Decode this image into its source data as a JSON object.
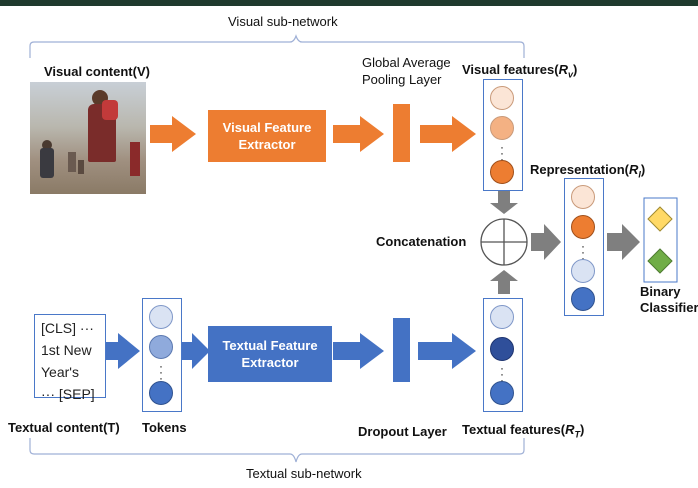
{
  "labels": {
    "visual_subnetwork": "Visual sub-network",
    "visual_content": "Visual content(V)",
    "global_pool_line1": "Global Average",
    "global_pool_line2": "Pooling Layer",
    "visual_features": "Visual features(",
    "visual_features_sym": "R",
    "visual_features_sub": "v",
    "representation": "Representation(",
    "representation_sym": "R",
    "representation_sub": "I",
    "concatenation": "Concatenation",
    "binary_line1": "Binary",
    "binary_line2": "Classifier",
    "textual_content": "Textual content(T)",
    "tokens": "Tokens",
    "dropout": "Dropout Layer",
    "textual_features": "Textual features(",
    "textual_features_sym": "R",
    "textual_features_sub": "T",
    "textual_subnetwork": "Textual sub-network"
  },
  "boxes": {
    "visual_extractor_line1": "Visual Feature",
    "visual_extractor_line2": "Extractor",
    "textual_extractor_line1": "Textual Feature",
    "textual_extractor_line2": "Extractor"
  },
  "text_input": {
    "line1": "[CLS] ···",
    "line2": "1st New",
    "line3": "Year's",
    "line4": "··· [SEP]"
  },
  "colors": {
    "orange": "#ed7d31",
    "blue": "#4472c4",
    "gray_arrow": "#7f7f7f",
    "yellow": "#ffd966",
    "green": "#70ad47"
  }
}
